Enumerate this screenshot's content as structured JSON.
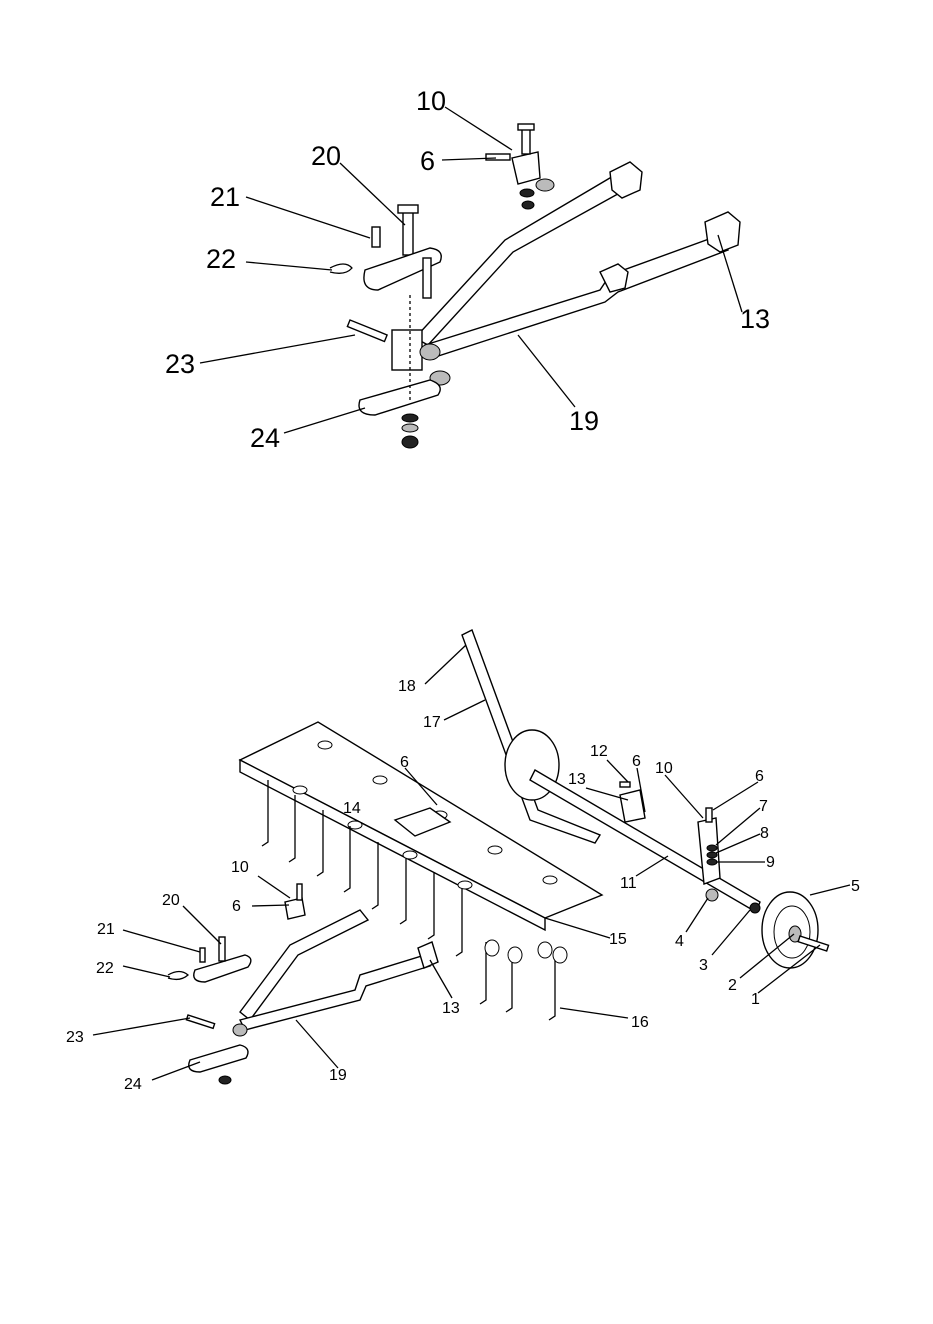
{
  "diagram_top": {
    "callouts": [
      {
        "id": "t10",
        "label": "10"
      },
      {
        "id": "t20",
        "label": "20"
      },
      {
        "id": "t6",
        "label": "6"
      },
      {
        "id": "t21",
        "label": "21"
      },
      {
        "id": "t22",
        "label": "22"
      },
      {
        "id": "t23",
        "label": "23"
      },
      {
        "id": "t13",
        "label": "13"
      },
      {
        "id": "t24",
        "label": "24"
      },
      {
        "id": "t19",
        "label": "19"
      }
    ]
  },
  "diagram_bottom": {
    "callouts": [
      {
        "id": "b18",
        "label": "18"
      },
      {
        "id": "b17",
        "label": "17"
      },
      {
        "id": "b12",
        "label": "12"
      },
      {
        "id": "b6a",
        "label": "6"
      },
      {
        "id": "b13a",
        "label": "13"
      },
      {
        "id": "b10a",
        "label": "10"
      },
      {
        "id": "b6b",
        "label": "6"
      },
      {
        "id": "b6c",
        "label": "6"
      },
      {
        "id": "b14",
        "label": "14"
      },
      {
        "id": "b7",
        "label": "7"
      },
      {
        "id": "b8",
        "label": "8"
      },
      {
        "id": "b9",
        "label": "9"
      },
      {
        "id": "b5",
        "label": "5"
      },
      {
        "id": "b11",
        "label": "11"
      },
      {
        "id": "b10b",
        "label": "10"
      },
      {
        "id": "b20",
        "label": "20"
      },
      {
        "id": "b6d",
        "label": "6"
      },
      {
        "id": "b21",
        "label": "21"
      },
      {
        "id": "b15",
        "label": "15"
      },
      {
        "id": "b4",
        "label": "4"
      },
      {
        "id": "b3",
        "label": "3"
      },
      {
        "id": "b2",
        "label": "2"
      },
      {
        "id": "b1",
        "label": "1"
      },
      {
        "id": "b22",
        "label": "22"
      },
      {
        "id": "b13b",
        "label": "13"
      },
      {
        "id": "b16",
        "label": "16"
      },
      {
        "id": "b23",
        "label": "23"
      },
      {
        "id": "b19",
        "label": "19"
      },
      {
        "id": "b24",
        "label": "24"
      }
    ]
  }
}
